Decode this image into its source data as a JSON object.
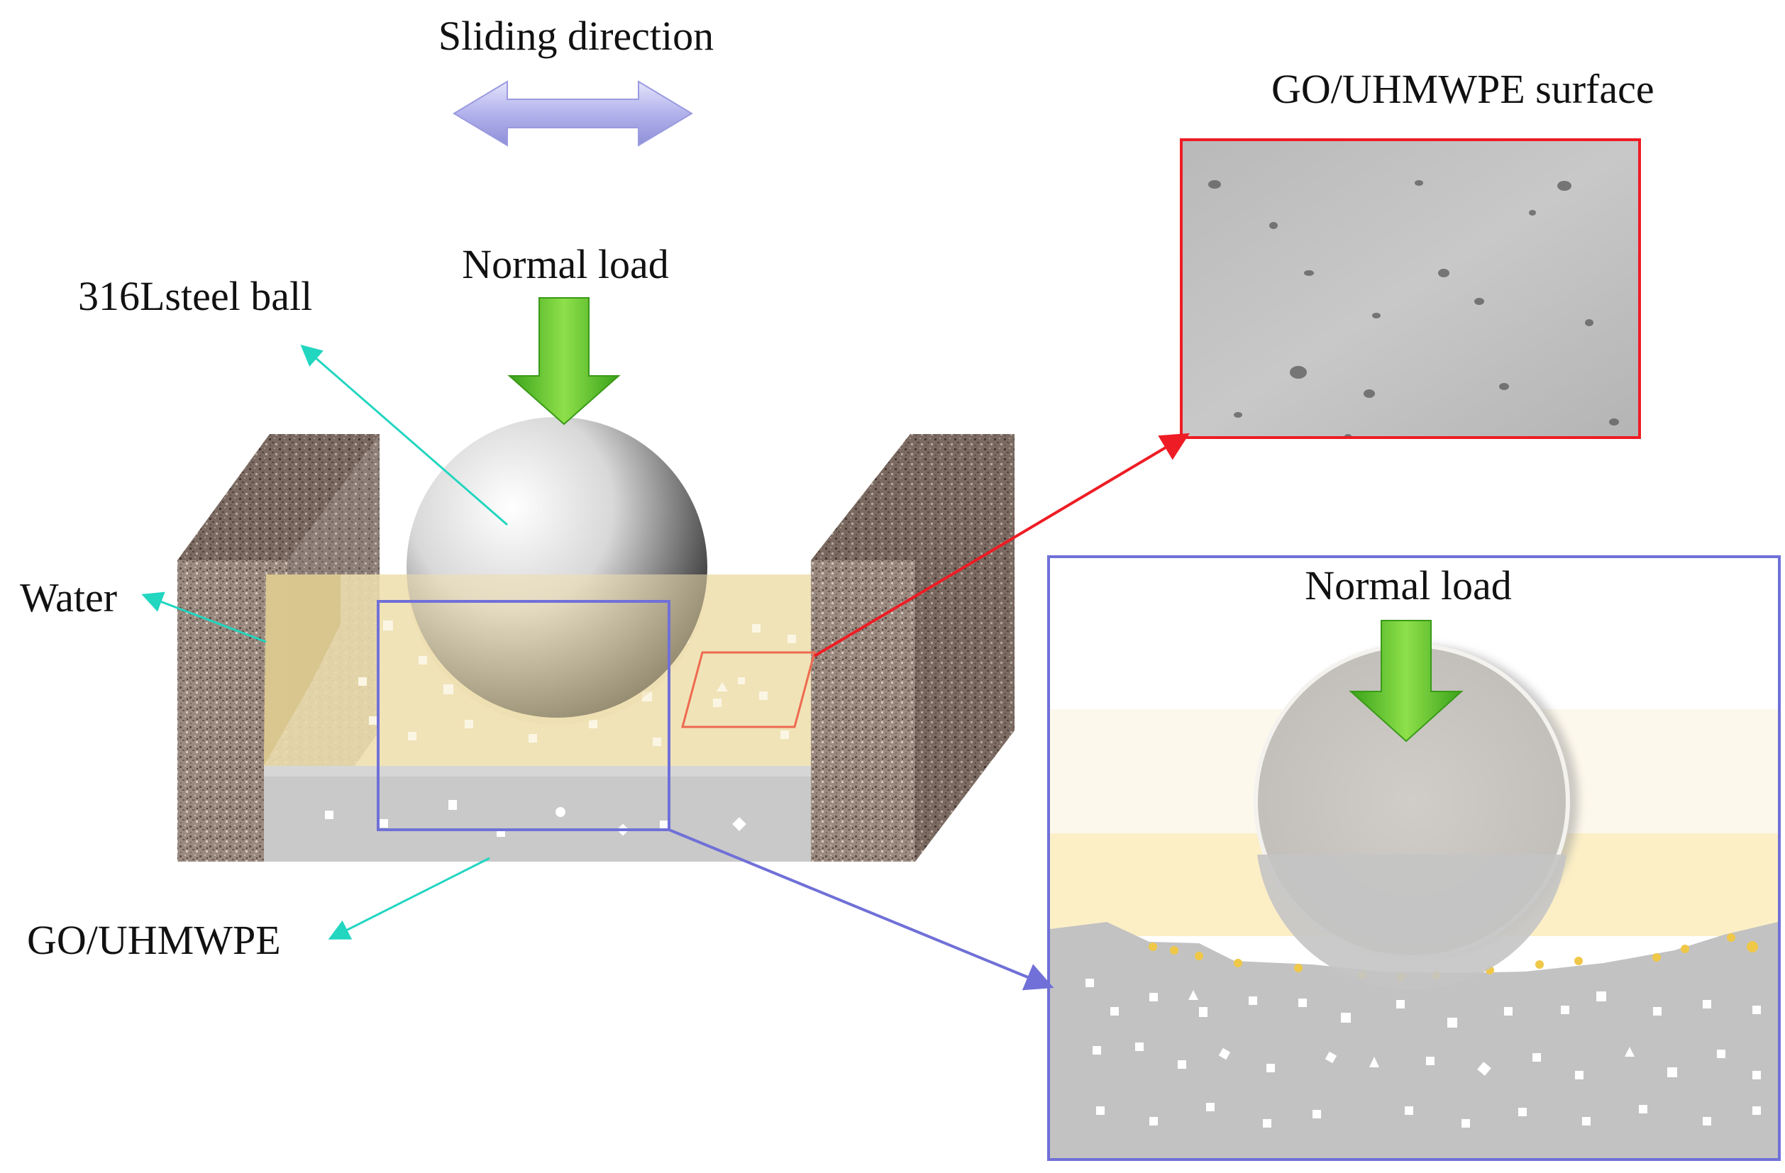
{
  "labels": {
    "sliding_direction": "Sliding direction",
    "normal_load_main": "Normal load",
    "steel_ball": "316Lsteel ball",
    "water": "Water",
    "go_uhmwpe": "GO/UHMWPE",
    "go_uhmwpe_surface": "GO/UHMWPE surface",
    "normal_load_inset": "Normal load"
  },
  "colors": {
    "arrow_double": "#b7b7ee",
    "load_arrow": "#5cc82c",
    "water": "#eedfae",
    "composite": "#c8c8c8",
    "wall": "#8c7b72",
    "surface_frame": "#ee1c24",
    "zoom_frame": "#7070d8",
    "pointer": "#22d6c0"
  },
  "icons": {
    "sliding": "double-arrow-icon",
    "load": "down-arrow-icon"
  }
}
